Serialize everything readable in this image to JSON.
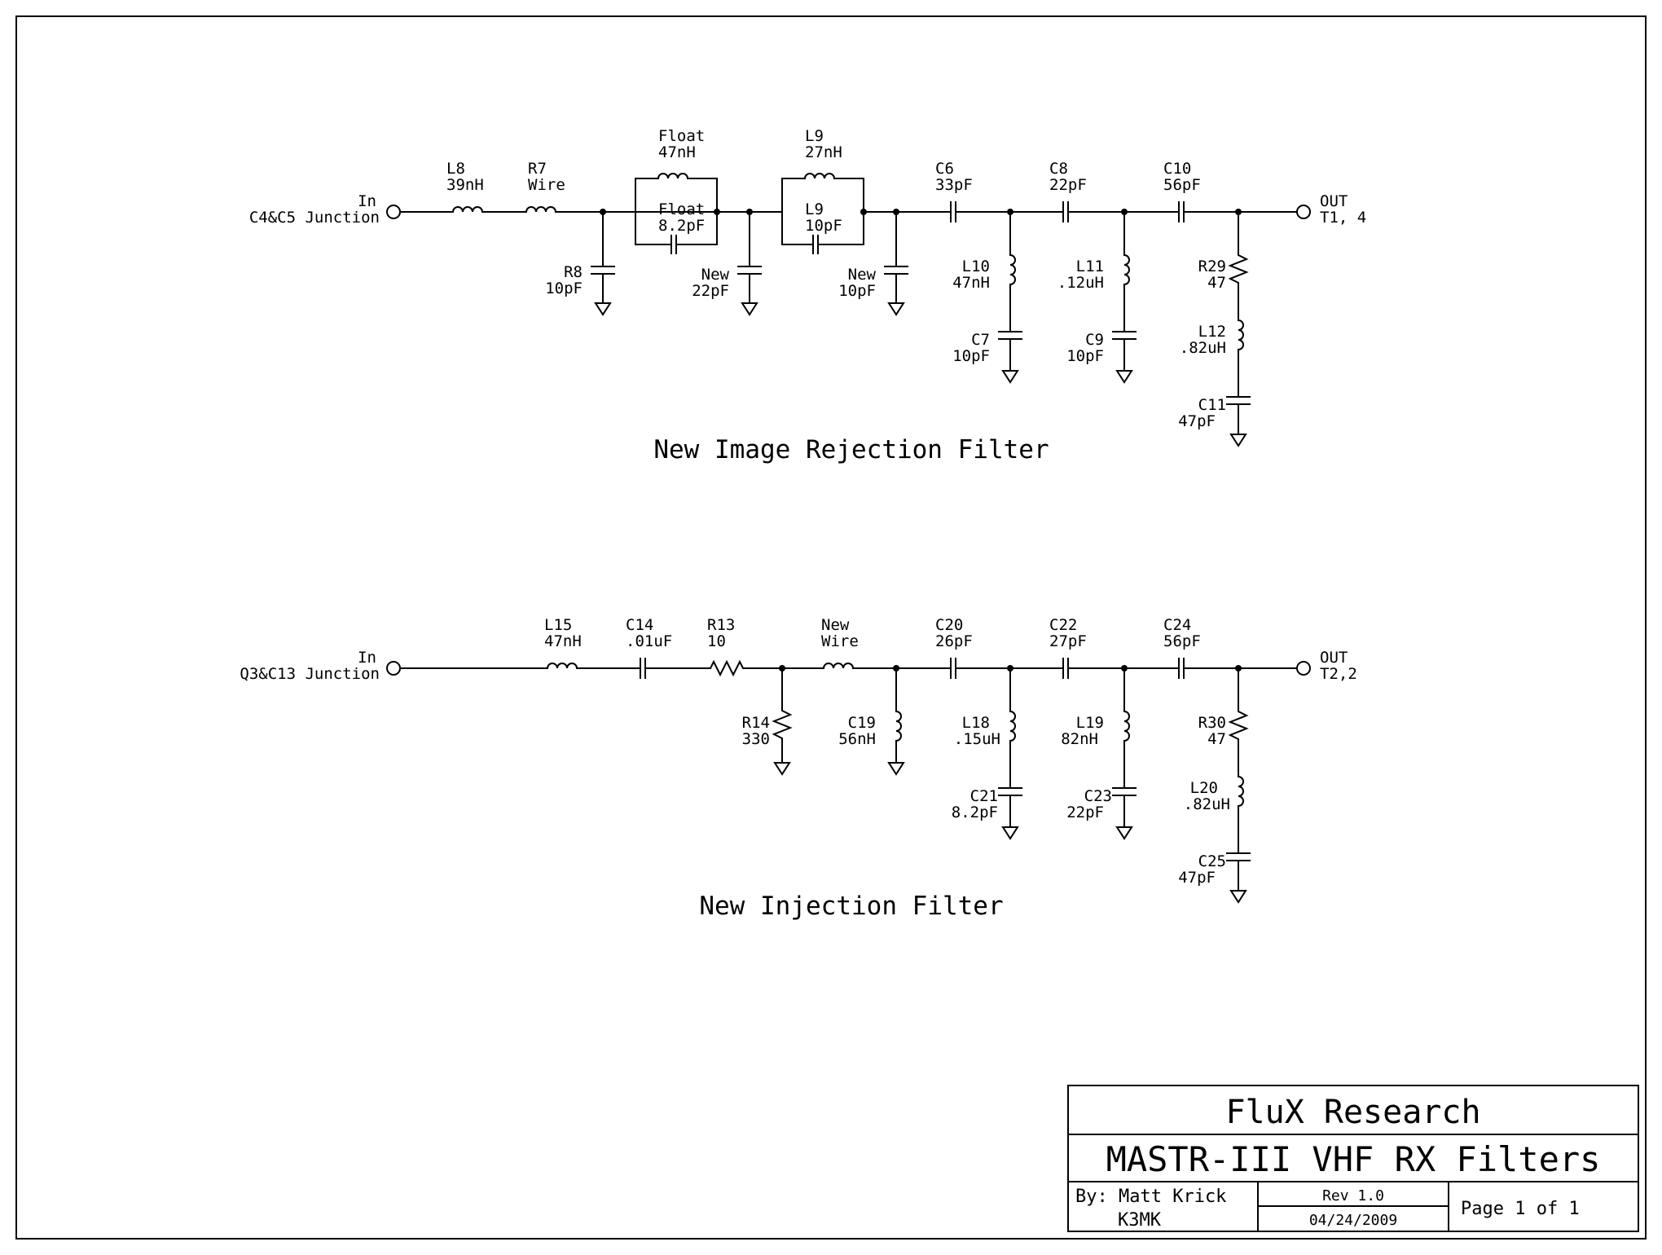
{
  "top_filter": {
    "title": "New Image Rejection Filter",
    "in_label": "In",
    "in_sub": "C4&C5 Junction",
    "out_label": "OUT",
    "out_sub": "T1, 4",
    "l8": [
      "L8",
      "39nH"
    ],
    "r7": [
      "R7",
      "Wire"
    ],
    "r8": [
      "R8",
      "10pF"
    ],
    "float_l": [
      "Float",
      "47nH"
    ],
    "float_c": [
      "Float",
      "8.2pF"
    ],
    "new_c1": [
      "New",
      "22pF"
    ],
    "l9_top": [
      "L9",
      "27nH"
    ],
    "l9_mid": [
      "L9",
      "10pF"
    ],
    "new_c2": [
      "New",
      "10pF"
    ],
    "c6": [
      "C6",
      "33pF"
    ],
    "c8": [
      "C8",
      "22pF"
    ],
    "c10": [
      "C10",
      "56pF"
    ],
    "l10": [
      "L10",
      "47nH"
    ],
    "l11": [
      "L11",
      ".12uH"
    ],
    "c7": [
      "C7",
      "10pF"
    ],
    "c9": [
      "C9",
      "10pF"
    ],
    "r29": [
      "R29",
      "47"
    ],
    "l12": [
      "L12",
      ".82uH"
    ],
    "c11": [
      "C11",
      "47pF"
    ]
  },
  "bottom_filter": {
    "title": "New Injection Filter",
    "in_label": "In",
    "in_sub": "Q3&C13 Junction",
    "out_label": "OUT",
    "out_sub": "T2,2",
    "l15": [
      "L15",
      "47nH"
    ],
    "c14": [
      "C14",
      ".01uF"
    ],
    "r13": [
      "R13",
      "10"
    ],
    "new_wire": [
      "New",
      "Wire"
    ],
    "r14": [
      "R14",
      "330"
    ],
    "c19": [
      "C19",
      "56nH"
    ],
    "c20": [
      "C20",
      "26pF"
    ],
    "c22": [
      "C22",
      "27pF"
    ],
    "c24": [
      "C24",
      "56pF"
    ],
    "l18": [
      "L18",
      ".15uH"
    ],
    "l19": [
      "L19",
      "82nH"
    ],
    "c21": [
      "C21",
      "8.2pF"
    ],
    "c23": [
      "C23",
      "22pF"
    ],
    "r30": [
      "R30",
      "47"
    ],
    "l20": [
      "L20",
      ".82uH"
    ],
    "c25": [
      "C25",
      "47pF"
    ]
  },
  "title_block": {
    "company": "FluX Research",
    "title": "MASTR-III VHF RX Filters",
    "by_line": "By: Matt Krick",
    "callsign": "K3MK",
    "rev": "Rev 1.0",
    "date": "04/24/2009",
    "page": "Page 1 of 1"
  }
}
